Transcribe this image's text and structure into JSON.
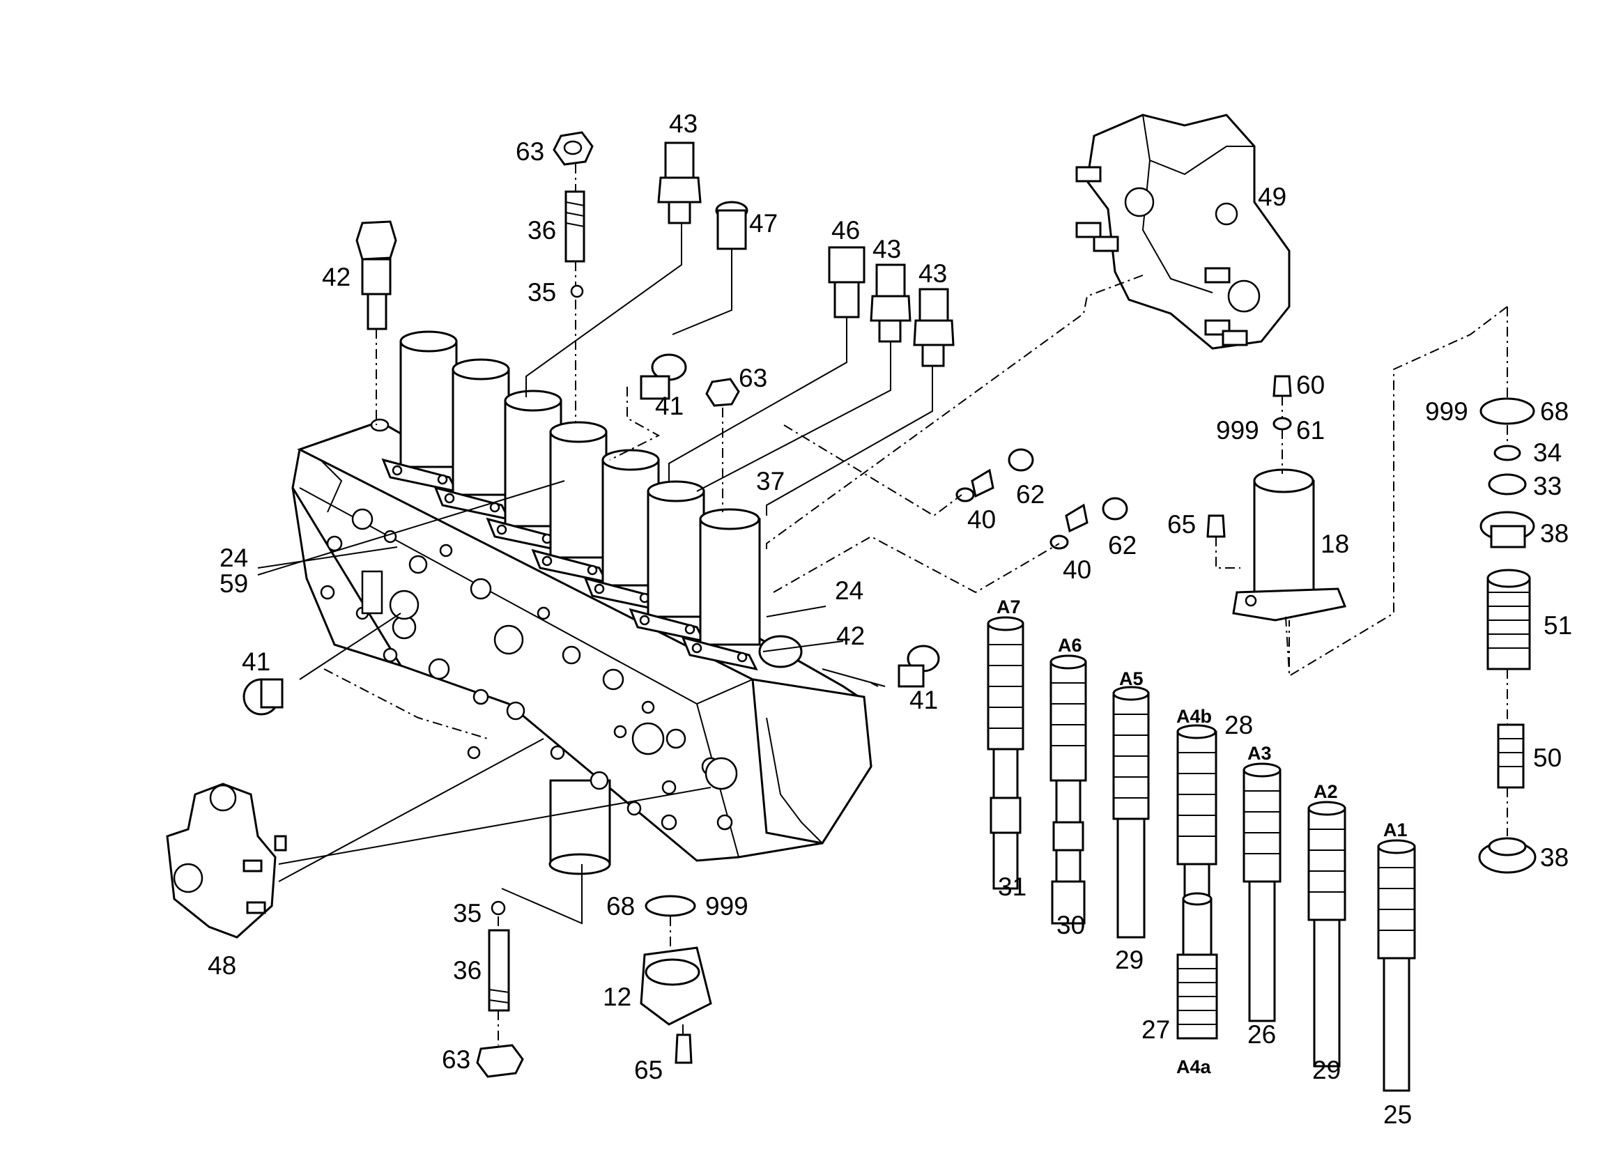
{
  "diagram": {
    "labels": {
      "l63a": "63",
      "l43a": "43",
      "l36a": "36",
      "l47": "47",
      "l42a": "42",
      "l46": "46",
      "l43b": "43",
      "l43c": "43",
      "l35a": "35",
      "l63b": "63",
      "l41a": "41",
      "l37": "37",
      "l49": "49",
      "l60": "60",
      "l999a": "999",
      "l61": "61",
      "l999b": "999",
      "l68a": "68",
      "l34": "34",
      "l33": "33",
      "l38a": "38",
      "l24a": "24",
      "l59": "59",
      "l62a": "62",
      "l40a": "40",
      "l65a": "65",
      "l18": "18",
      "l62b": "62",
      "l40b": "40",
      "l24b": "24",
      "l42b": "42",
      "l41b": "41",
      "l41c": "41",
      "l51": "51",
      "l50": "50",
      "l38b": "38",
      "l48": "48",
      "l35b": "35",
      "l68b": "68",
      "l999c": "999",
      "l36b": "36",
      "l12": "12",
      "l63c": "63",
      "l65b": "65",
      "l31": "31",
      "l30": "30",
      "l29a": "29",
      "l27": "27",
      "l26": "26",
      "l29b": "29",
      "l25": "25",
      "l28": "28",
      "a7": "A7",
      "a6": "A6",
      "a5": "A5",
      "a4b": "A4b",
      "a3": "A3",
      "a2": "A2",
      "a1": "A1",
      "a4a": "A4a"
    }
  }
}
